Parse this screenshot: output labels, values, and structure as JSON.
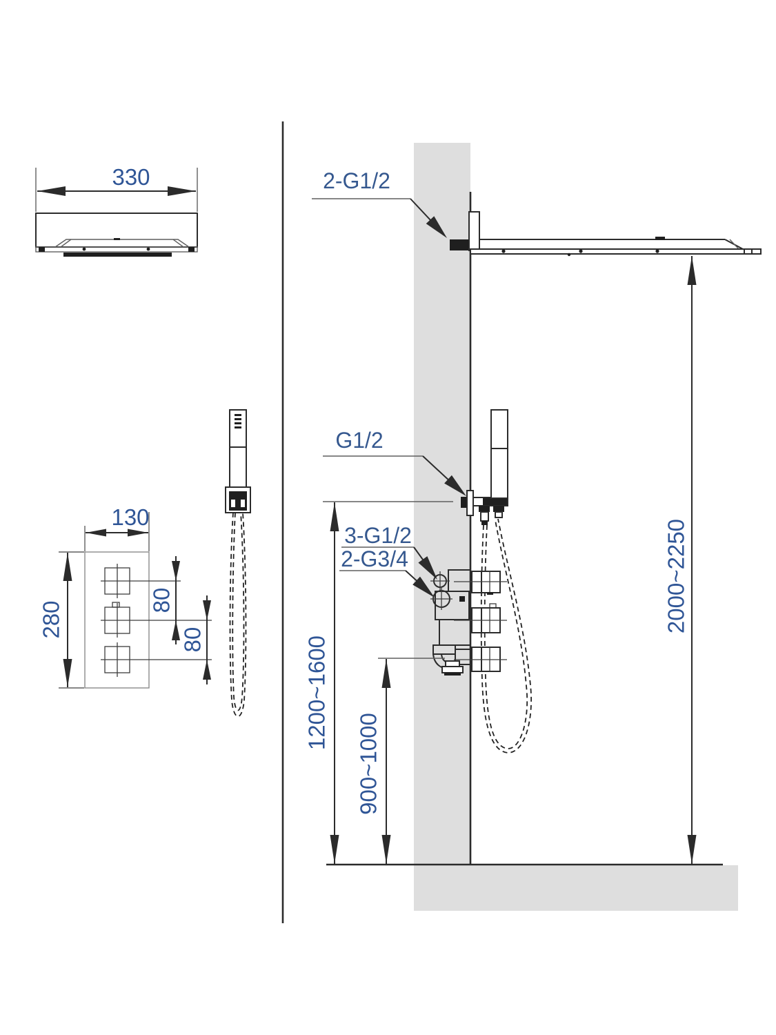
{
  "drawing": {
    "labels": {
      "showerhead_width": "330",
      "panel_width": "130",
      "panel_height": "280",
      "knob_gap_top": "80",
      "knob_gap_bottom": "80",
      "ceiling_connection": "2-G1/2",
      "handshower_connection": "G1/2",
      "valve_connection_a": "3-G1/2",
      "valve_connection_b": "2-G3/4",
      "overall_height_range": "2000~2250",
      "mixer_height_range": "1200~1600",
      "lower_outlet_height_range": "900~1000"
    },
    "colors": {
      "wall_gray": "#dedede",
      "line": "#2b2b2b",
      "dimension_text_blue": "#2f5596"
    }
  }
}
